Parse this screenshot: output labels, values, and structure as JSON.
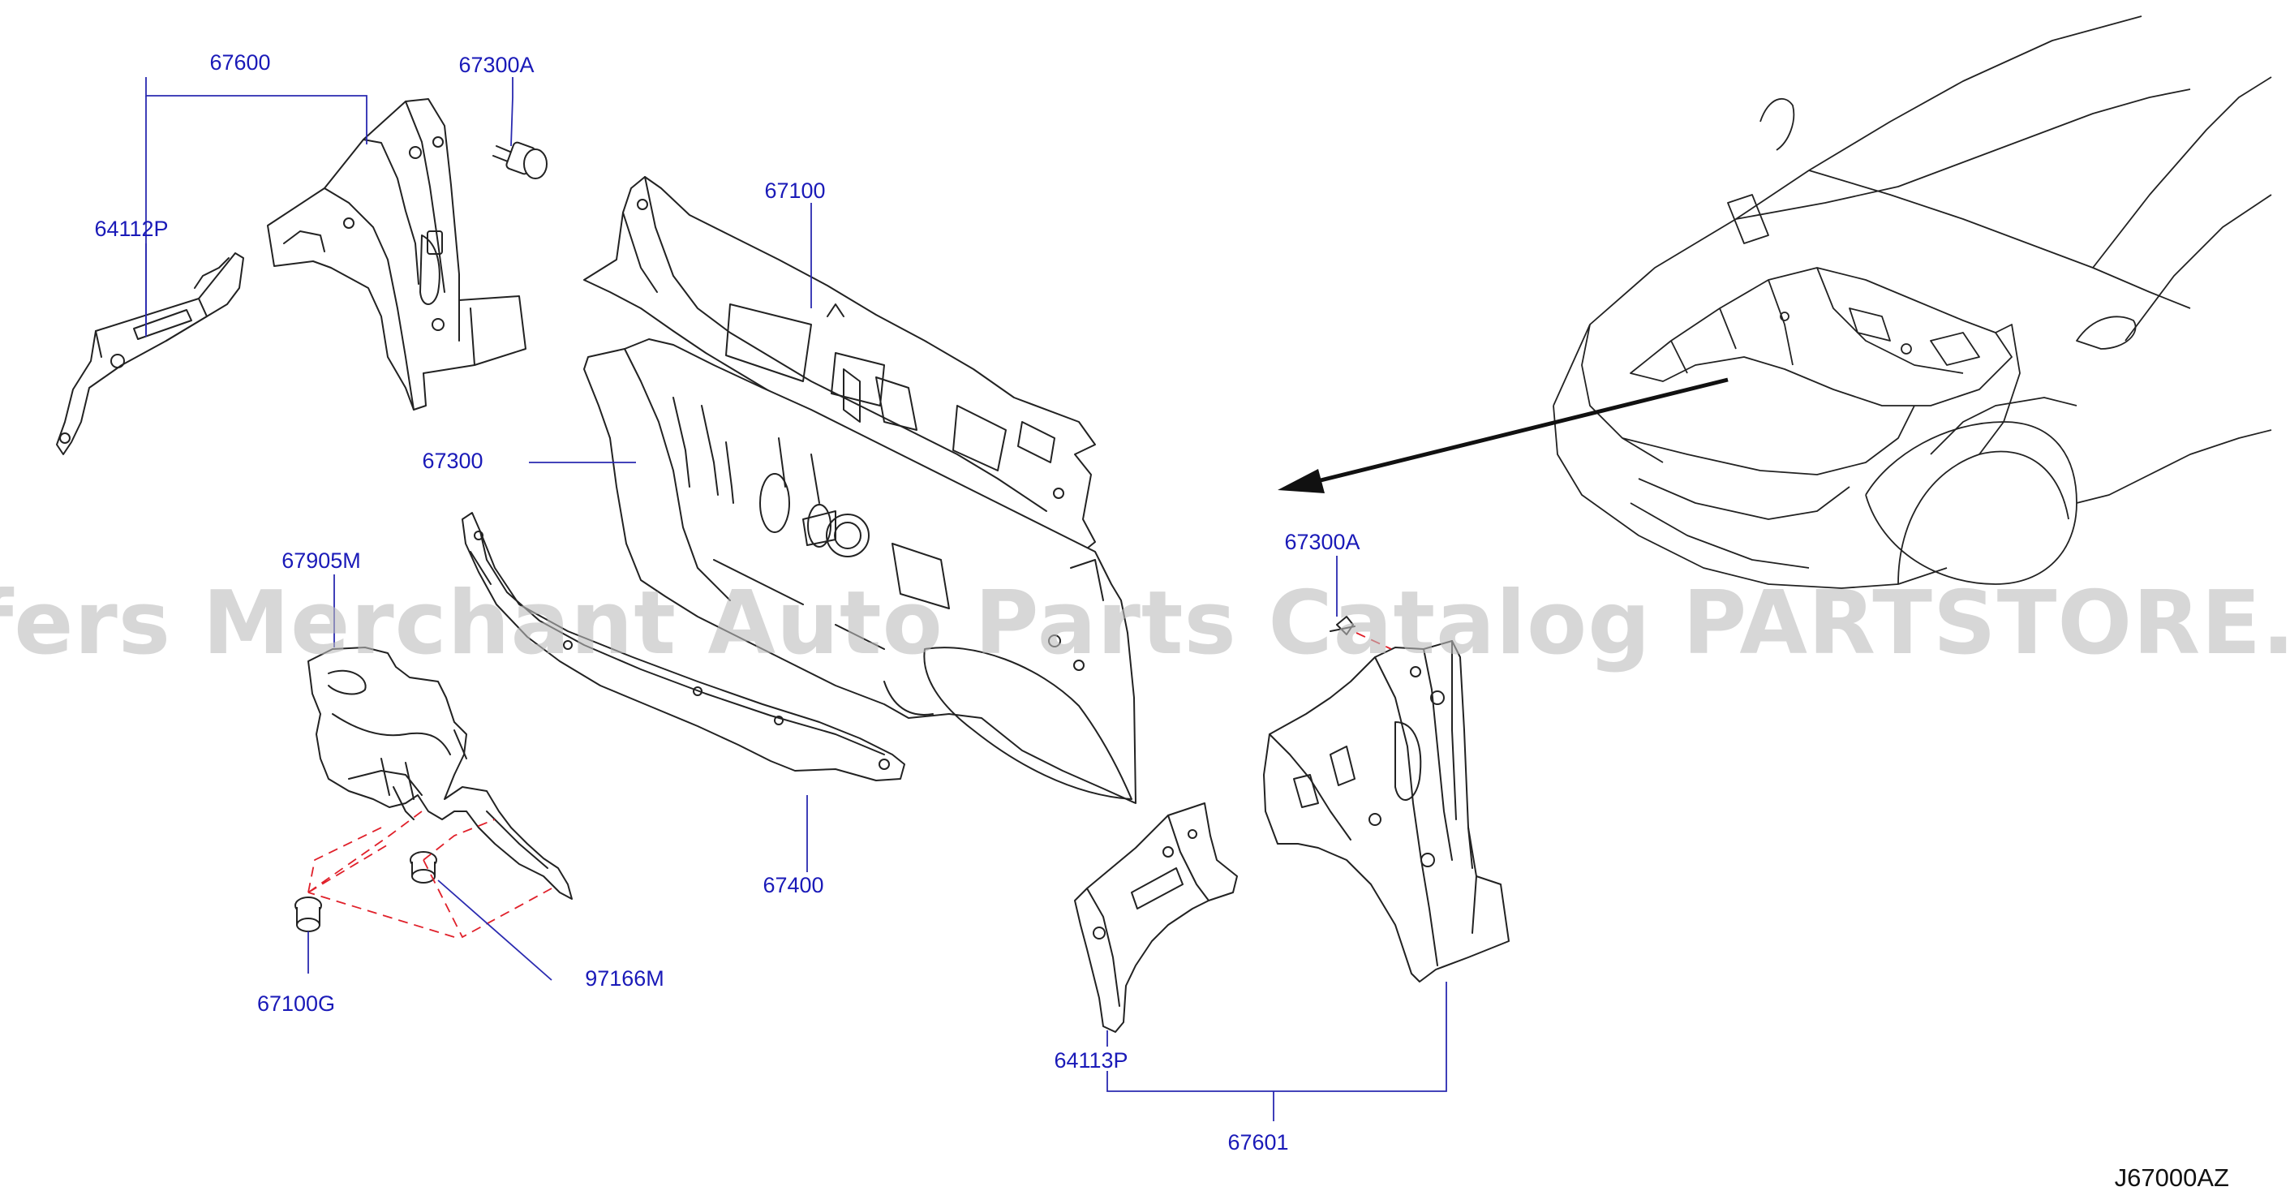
{
  "watermark": "Offers Merchant Auto Parts Catalog PARTSTORE.SA",
  "diagram_code": "J67000AZ",
  "callouts": {
    "p67600": "67600",
    "p67300a_top": "67300A",
    "p64112p": "64112P",
    "p67100": "67100",
    "p67300": "67300",
    "p67905m": "67905M",
    "p67400": "67400",
    "p67100g": "67100G",
    "p97166m": "97166M",
    "p67300a_right": "67300A",
    "p64113p": "64113P",
    "p67601": "67601"
  }
}
